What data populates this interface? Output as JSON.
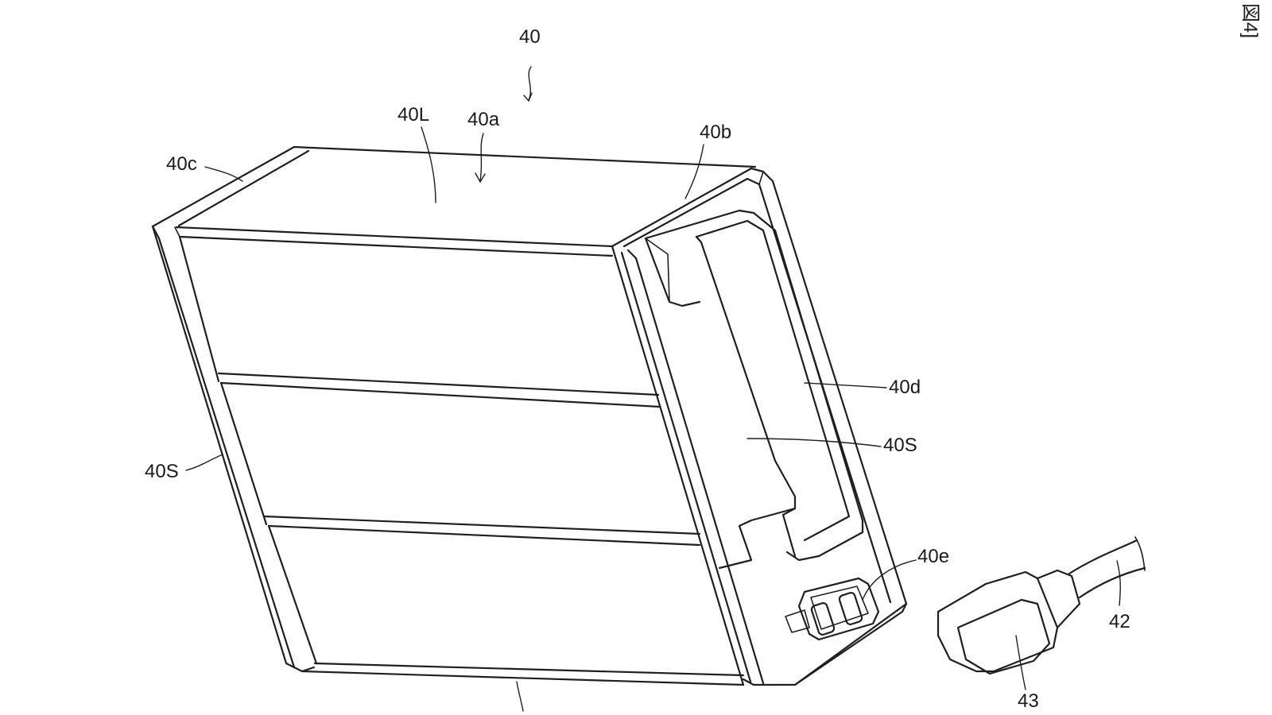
{
  "figure": {
    "number_text": "図4]",
    "labels": {
      "assembly": "40",
      "lid_l": "40L",
      "top_face": "40a",
      "end_b": "40b",
      "edge_c": "40c",
      "face_d": "40d",
      "side_s_right": "40S",
      "side_s_left": "40S",
      "connector": "40e",
      "cable": "42",
      "plug": "43"
    }
  },
  "colors": {
    "line": "#1f1f1f",
    "background": "#ffffff"
  }
}
